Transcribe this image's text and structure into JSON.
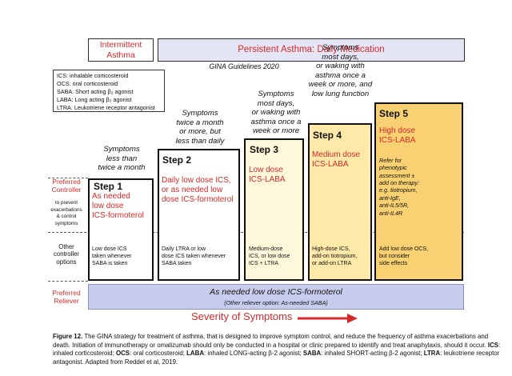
{
  "banners": {
    "intermittent": "Intermittent\nAsthma",
    "persistent": "Persistent Asthma: Daily Medication"
  },
  "subtitle": "GINA Guidelines 2020",
  "legend": [
    "ICS: inhalable corticosteroid",
    "OCS: oral corticosteroid",
    "SABA: Short acting β₂ agonist",
    "LABA: Long acting β₂ agonist",
    "LTRA: Leukotriene receptor antagonist"
  ],
  "symptoms": [
    "Symptoms\nless than\ntwice a month",
    "Symptoms\ntwice a month\nor more, but\nless than daily",
    "Symptoms\nmost days,\nor waking with\nasthma once a\nweek or more",
    "Symptoms\nmost days,\nor waking with\nasthma once a\nweek or more, and\nlow lung function"
  ],
  "steps": [
    {
      "title": "Step 1",
      "med": "As needed\nlow dose\nICS-formoterol",
      "other": "Low dose ICS\ntaken whenever\nSABA is taken"
    },
    {
      "title": "Step 2",
      "med": "Daily low dose ICS,\nor as needed low\ndose ICS-formoterol",
      "other": "Daily LTRA or low\ndose ICS taken whenever\nSABA taken"
    },
    {
      "title": "Step 3",
      "med": "Low dose\nICS-LABA",
      "other": "Medium-dose\nICS, or low dose\nICS + LTRA"
    },
    {
      "title": "Step 4",
      "med": "Medium dose\nICS-LABA",
      "other": "High-dose ICS,\nadd-on tiotropium,\nor add-on LTRA"
    },
    {
      "title": "Step 5",
      "med": "High dose\nICS-LABA",
      "note": "Refer for\nphenotypic\nassessment ±\nadd on therapy:\ne.g. tiotropium,\nanti-IgE,\nanti-IL5/5R,\nanti-IL4R",
      "other": "Add low dose OCS,\nbut consider\nside effects"
    }
  ],
  "row_labels": {
    "controller": "Preferred\nController",
    "controller_sub": "to prevent\nexacerbations\n& control\nsymptoms",
    "other": "Other\ncontroller\noptions",
    "reliever": "Preferred\nReliever"
  },
  "reliever": {
    "main": "As needed low dose ICS-formoterol",
    "sub": "(Other reliever option: As-needed SABA)"
  },
  "severity": "Severity of Symptoms",
  "caption": {
    "figure_label": "Figure 12.",
    "text": " The GINA strategy for treatment of asthma, that is designed to improve symptom control, and reduce the frequency of asthma exacerbations and death. Initiation of immunotherapy or omalizumab should only be conducted in a hospital or clinic prepared to identify and treat anaphylaxis, should it occur. ",
    "abbr": [
      {
        "k": "ICS",
        "v": ": inhaled corticosteroid; "
      },
      {
        "k": "OCS",
        "v": ": oral corticosteroid; "
      },
      {
        "k": "LABA",
        "v": ": inhaled LONG-acting β-2 agonist; "
      },
      {
        "k": "SABA",
        "v": ": inhaled SHORT-acting β-2 agonist; "
      },
      {
        "k": "LTRA",
        "v": ": leukotriene receptor antagonist. Adapted from Reddel et al, 2019."
      }
    ]
  },
  "colors": {
    "accent_red": "#d62a2a",
    "banner_fill": "#e4e6f6",
    "reliever_fill": "#c8cdee",
    "step_fills": [
      "#ffffff",
      "#ffffff",
      "#fff7da",
      "#ffe9a8",
      "#f9d173"
    ]
  }
}
